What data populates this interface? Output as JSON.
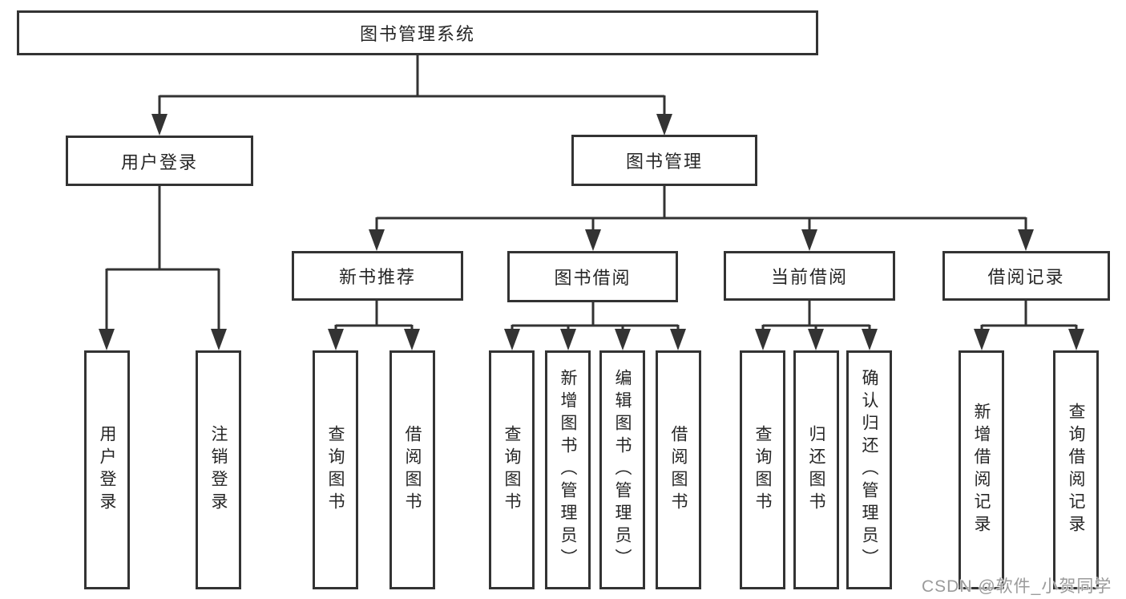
{
  "diagram": {
    "title_node": {
      "label": "图书管理系统"
    },
    "level2": [
      {
        "label": "用户登录"
      },
      {
        "label": "图书管理"
      }
    ],
    "level3": [
      {
        "label": "新书推荐"
      },
      {
        "label": "图书借阅"
      },
      {
        "label": "当前借阅"
      },
      {
        "label": "借阅记录"
      }
    ],
    "leaves": [
      {
        "label": "用户登录"
      },
      {
        "label": "注销登录"
      },
      {
        "label": "查询图书"
      },
      {
        "label": "借阅图书"
      },
      {
        "label": "查询图书"
      },
      {
        "label": "新增图书（管理员）"
      },
      {
        "label": "编辑图书（管理员）"
      },
      {
        "label": "借阅图书"
      },
      {
        "label": "查询图书"
      },
      {
        "label": "归还图书"
      },
      {
        "label": "确认归还（管理员）"
      },
      {
        "label": "新增借阅记录"
      },
      {
        "label": "查询借阅记录"
      }
    ],
    "colors": {
      "line": "#333333",
      "border": "#333333",
      "text": "#262626",
      "watermark": "#9b9b9b",
      "background": "#ffffff"
    }
  },
  "watermark": {
    "text": "CSDN @软件_小贺同学"
  }
}
